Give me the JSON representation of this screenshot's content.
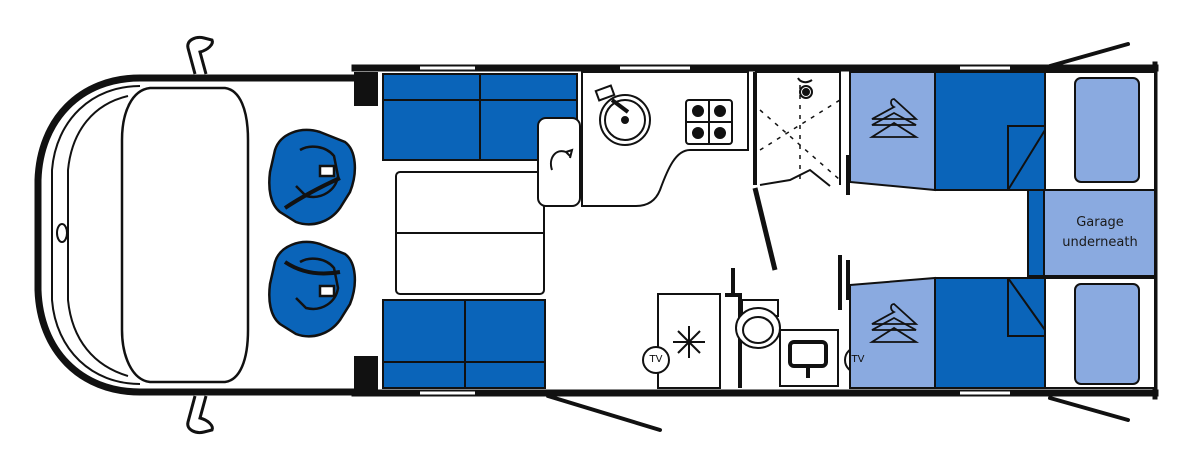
{
  "labels": {
    "garage_line1": "Garage",
    "garage_line2": "underneath",
    "tv": "TV"
  },
  "colors": {
    "upholstery": "#0a64b9",
    "bed_light": "#8aaae0",
    "pillow": "#8aaae0",
    "wall": "#111111",
    "background": "#ffffff"
  },
  "icons": [
    "wardrobe-hanger-icon",
    "fridge-snowflake-icon",
    "sink-tap-icon",
    "hob-icon",
    "shower-head-icon",
    "toilet-icon",
    "tv-icon",
    "swivel-arrow-icon",
    "seatbelt-icon"
  ]
}
